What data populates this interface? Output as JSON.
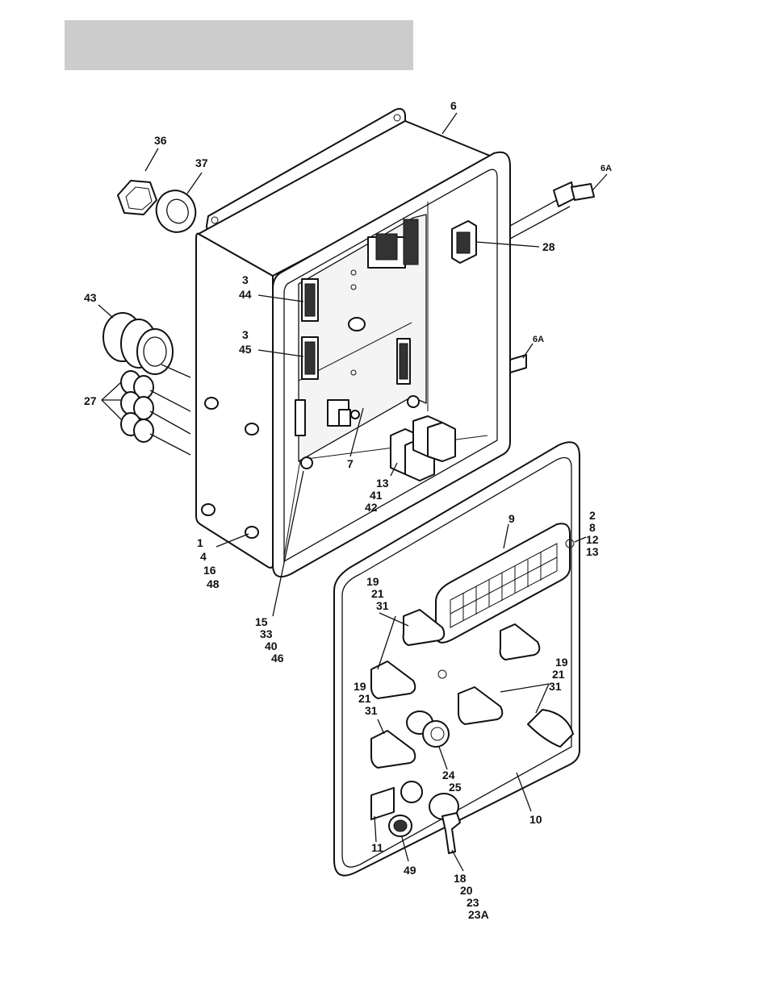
{
  "header": {
    "title": ""
  },
  "callouts": [
    {
      "id": "c-6",
      "lines": [
        "6"
      ]
    },
    {
      "id": "c-36",
      "lines": [
        "36"
      ]
    },
    {
      "id": "c-37",
      "lines": [
        "37"
      ]
    },
    {
      "id": "c-6a-top",
      "lines": [
        "6A"
      ]
    },
    {
      "id": "c-28",
      "lines": [
        "28"
      ]
    },
    {
      "id": "c-3-44",
      "lines": [
        "3",
        "44"
      ]
    },
    {
      "id": "c-43",
      "lines": [
        "43"
      ]
    },
    {
      "id": "c-3-45",
      "lines": [
        "3",
        "45"
      ]
    },
    {
      "id": "c-6a-mid",
      "lines": [
        "6A"
      ]
    },
    {
      "id": "c-27",
      "lines": [
        "27"
      ]
    },
    {
      "id": "c-7",
      "lines": [
        "7"
      ]
    },
    {
      "id": "c-13-41-42",
      "lines": [
        "13",
        "41",
        "42"
      ]
    },
    {
      "id": "c-9",
      "lines": [
        "9"
      ]
    },
    {
      "id": "c-2-8-12-13",
      "lines": [
        "2",
        "8",
        "12",
        "13"
      ]
    },
    {
      "id": "c-1-4-16-48",
      "lines": [
        "1",
        "4",
        "16",
        "48"
      ]
    },
    {
      "id": "c-19-21-31-a",
      "lines": [
        "19",
        "21",
        "31"
      ]
    },
    {
      "id": "c-15-33-40-46",
      "lines": [
        "15",
        "33",
        "40",
        "46"
      ]
    },
    {
      "id": "c-19-21-31-b",
      "lines": [
        "19",
        "21",
        "31"
      ]
    },
    {
      "id": "c-19-21-31-c",
      "lines": [
        "19",
        "21",
        "31"
      ]
    },
    {
      "id": "c-24-25",
      "lines": [
        "24",
        "25"
      ]
    },
    {
      "id": "c-10",
      "lines": [
        "10"
      ]
    },
    {
      "id": "c-11",
      "lines": [
        "11"
      ]
    },
    {
      "id": "c-49",
      "lines": [
        "49"
      ]
    },
    {
      "id": "c-18-20-23-23a",
      "lines": [
        "18",
        "20",
        "23",
        "23A"
      ]
    }
  ]
}
